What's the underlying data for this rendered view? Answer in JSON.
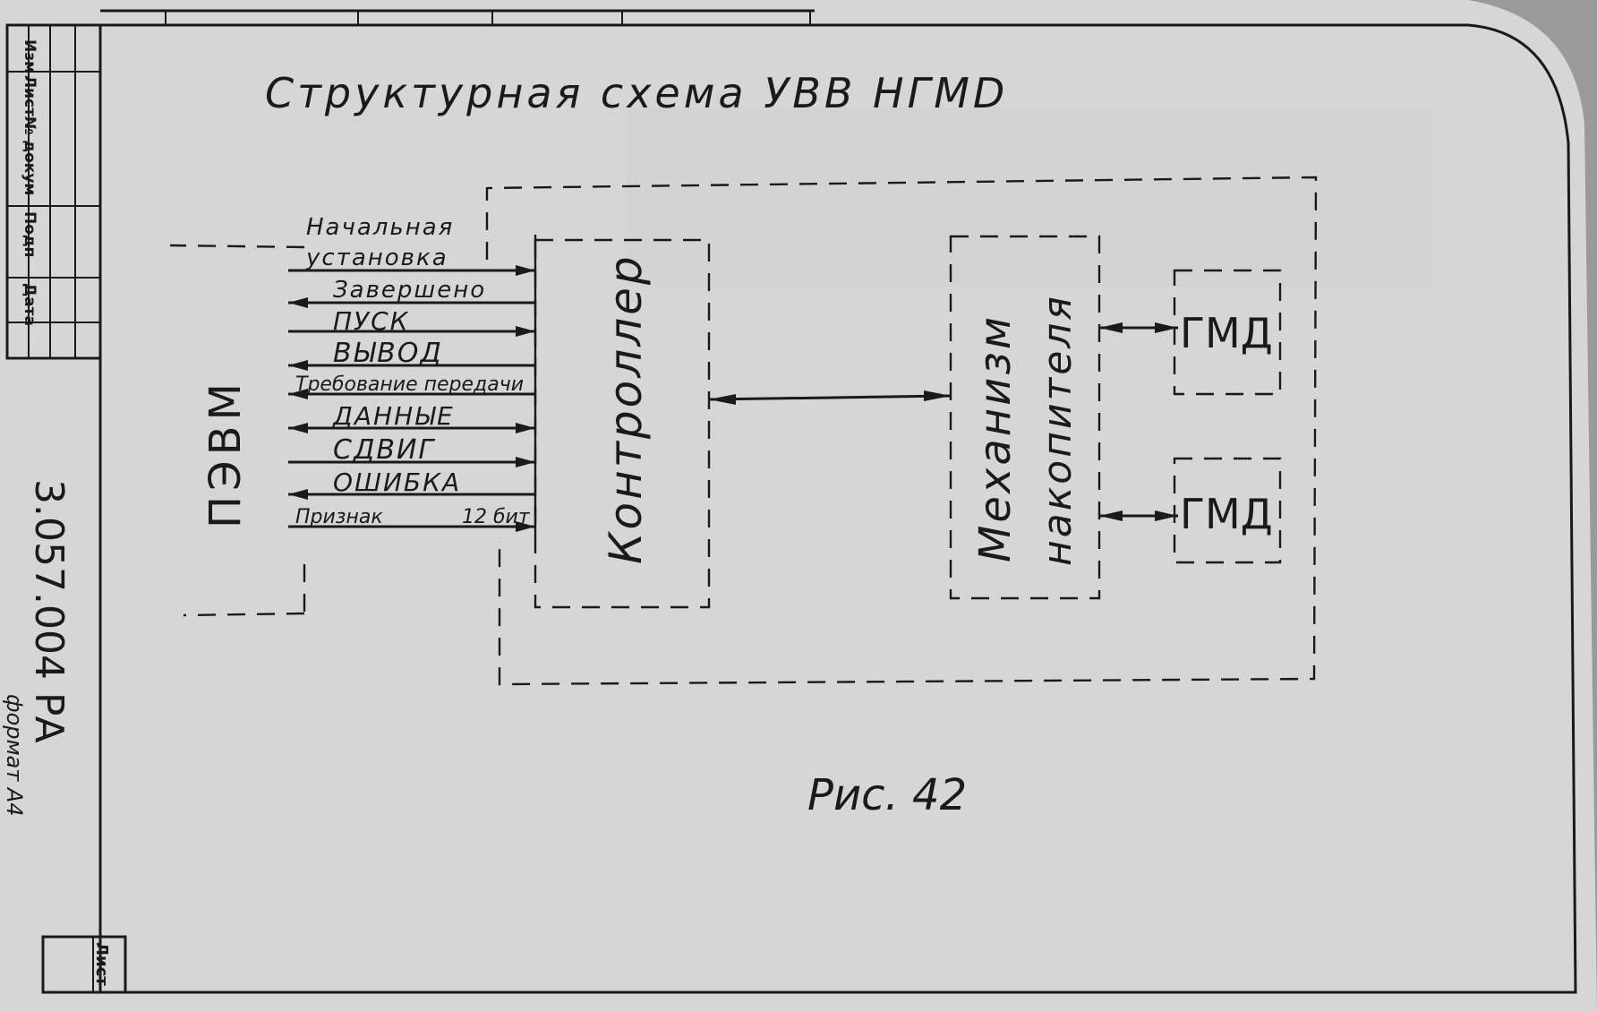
{
  "title": "Структурная схема УВВ НГМD",
  "blocks": {
    "pc": "ПЭВМ",
    "controller": "Контроллер",
    "mechanism_line1": "Механизм",
    "mechanism_line2": "накопителя",
    "drive_top": "ГМД",
    "drive_bottom": "ГМД"
  },
  "signals": [
    {
      "label": "Начальная",
      "direction": "none"
    },
    {
      "label": "установка",
      "direction": "to-controller"
    },
    {
      "label": "Завершено",
      "direction": "to-pc"
    },
    {
      "label": "ПУСК",
      "direction": "to-controller"
    },
    {
      "label": "ВЫВОД",
      "direction": "to-pc"
    },
    {
      "label": "Требование передачи",
      "direction": "to-pc"
    },
    {
      "label": "ДАННЫЕ",
      "direction": "bidirectional"
    },
    {
      "label": "СДВИГ",
      "direction": "to-controller"
    },
    {
      "label": "ОШИБКА",
      "direction": "to-pc"
    },
    {
      "label": "Признак",
      "direction": "to-controller"
    }
  ],
  "signal_note": "12 бит",
  "figure_caption": "Рис. 42",
  "document_code": "3.057.004 РА",
  "stamp": {
    "col_izm": "Изм",
    "col_list": "Лист",
    "col_doc": "№ докум",
    "col_sign": "Подп",
    "col_date": "Дата",
    "sheet_label": "Лист",
    "format": "формат А4"
  }
}
